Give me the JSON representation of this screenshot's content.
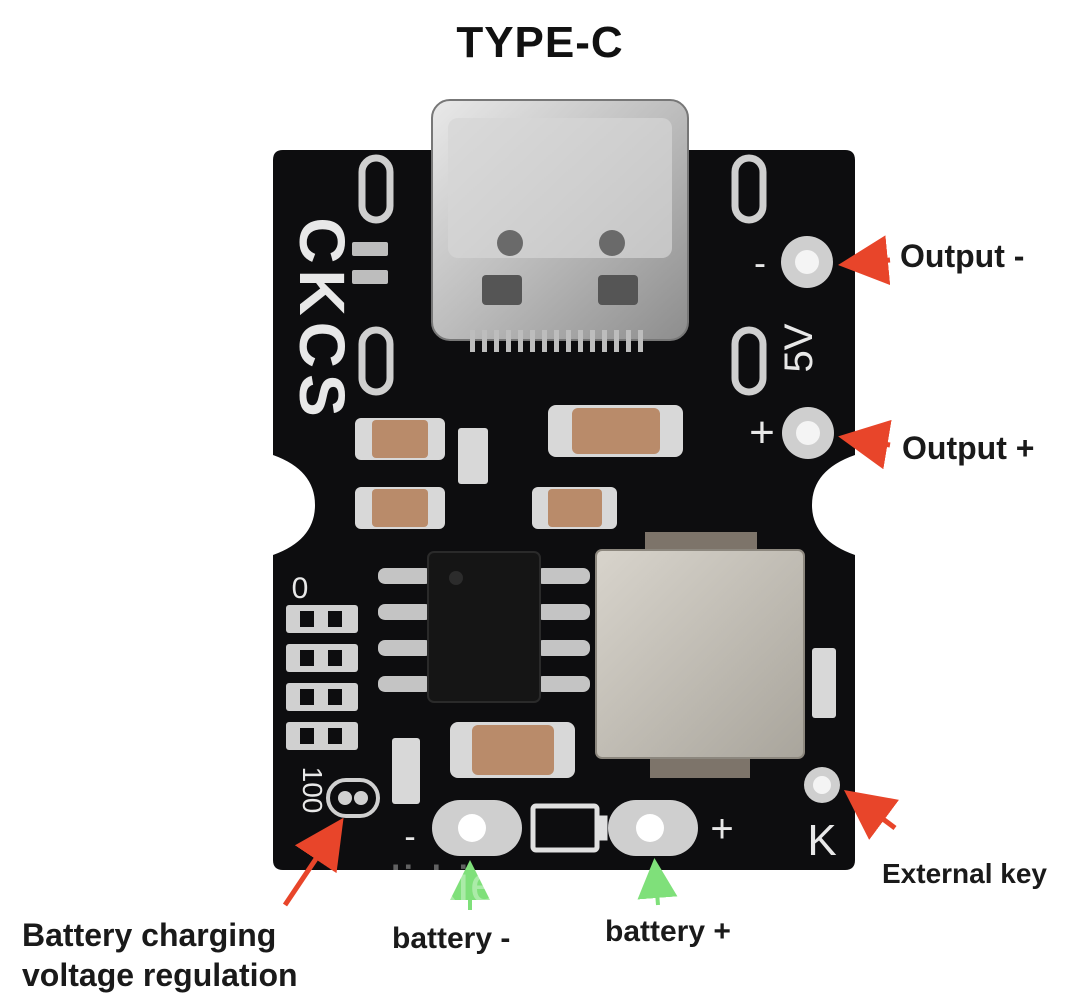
{
  "image": {
    "title": "TYPE-C",
    "board": {
      "brand_text": "CKCS",
      "silk_5v": "5V",
      "silk_minus": "-",
      "silk_plus": "+",
      "silk_key": "K",
      "silk_scale_top": "0",
      "silk_scale_bottom": "100",
      "silk_bat_minus": "-",
      "silk_bat_plus": "+"
    },
    "labels": {
      "output_minus": "Output -",
      "output_plus": "Output +",
      "external_key": "External key",
      "battery_minus": "battery -",
      "battery_plus": "battery +",
      "charging_regulation_line1": "Battery charging",
      "charging_regulation_line2": "voltage regulation"
    },
    "watermark": "ali.kiev.ua",
    "colors": {
      "pcb": "#0d0d0f",
      "silkscreen": "#e8e8e8",
      "copper_pad": "#c9c9c9",
      "arrow": "#e8452a",
      "green_arrow": "#7fe07a",
      "capacitor": "#b98b6a"
    }
  }
}
